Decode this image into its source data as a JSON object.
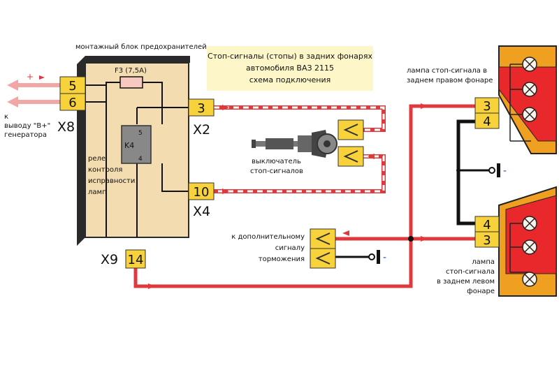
{
  "title": {
    "line1": "Стоп-сигналы (стопы) в задних фонарях",
    "line2": "автомобиля ВАЗ 2115",
    "line3": "схема подключения"
  },
  "fuse_block": {
    "label": "монтажный блок предохранителей",
    "fuse": "F3 (7,5A)",
    "relay": "K4",
    "relay_pin_top": "5",
    "relay_pin_bottom": "4",
    "relay_label": [
      "реле",
      "контроля",
      "исправности",
      "ламп"
    ]
  },
  "pins": {
    "p5": "5",
    "p6": "6",
    "p3": "3",
    "p10": "10",
    "p14": "14"
  },
  "connectors": {
    "x8": "X8",
    "x2": "X2",
    "x4": "X4",
    "x9": "X9"
  },
  "generator": {
    "line1": "к",
    "line2": "выводу \"В+\"",
    "line3": "генератора",
    "plus": "+"
  },
  "switch": {
    "line1": "выключатель",
    "line2": "стоп-сигналов"
  },
  "extra_signal": {
    "line1": "к дополнительному",
    "line2": "сигналу",
    "line3": "торможения",
    "ground": "-"
  },
  "right_lamp": {
    "line1": "лампа стоп-сигнала в",
    "line2": "заднем правом фонаре",
    "pin_top": "3",
    "pin_bottom": "4"
  },
  "left_lamp": {
    "line1": "лампа",
    "line2": "стоп-сигнала",
    "line3": "в заднем левом",
    "line4": "фонаре",
    "pin_top": "4",
    "pin_bottom": "3"
  },
  "ground_mid": "-",
  "colors": {
    "wire_red": "#e0393d",
    "wire_black": "#111111",
    "block_fill": "#f3dcb0",
    "pin_fill": "#f7d23a",
    "title_bg": "#fdf6c9",
    "lamp_red": "#e8282b",
    "lamp_orange": "#f0a020",
    "lamp_lens": "#f8f3ea"
  }
}
